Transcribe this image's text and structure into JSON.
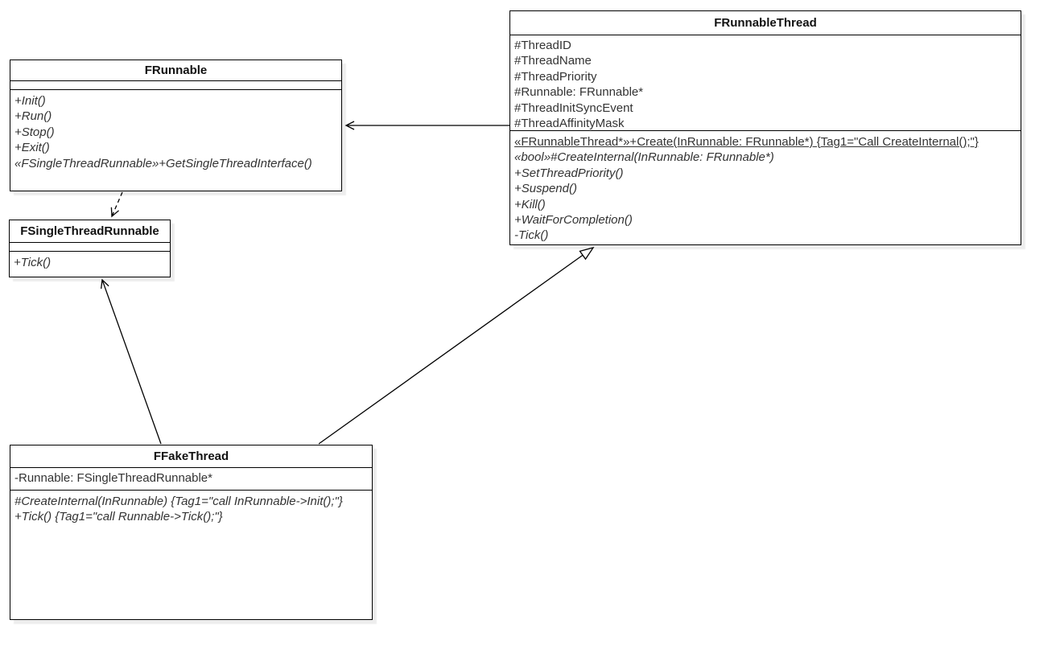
{
  "diagram": {
    "type": "uml-class-diagram",
    "colors": {
      "canvas": "#ffffff",
      "box_fill": "#ffffff",
      "box_stroke": "#000000",
      "title_text": "#111111",
      "body_text": "#333333"
    },
    "classes": {
      "frunnable": {
        "name": "FRunnable",
        "attributes": [],
        "methods": [
          {
            "text": "+Init()",
            "abstract": true
          },
          {
            "text": "+Run()",
            "abstract": true
          },
          {
            "text": "+Stop()",
            "abstract": true
          },
          {
            "text": "+Exit()",
            "abstract": true
          },
          {
            "text": "«FSingleThreadRunnable»+GetSingleThreadInterface()",
            "abstract": true
          }
        ]
      },
      "frunnablethread": {
        "name": "FRunnableThread",
        "attributes": [
          "#ThreadID",
          "#ThreadName",
          "#ThreadPriority",
          "#Runnable: FRunnable*",
          "#ThreadInitSyncEvent",
          "#ThreadAffinityMask"
        ],
        "methods": [
          {
            "text": "«FRunnableThread*»+Create(InRunnable: FRunnable*) {Tag1=\"Call CreateInternal();\"}",
            "static": true
          },
          {
            "text": "«bool»#CreateInternal(InRunnable: FRunnable*)",
            "abstract": true
          },
          {
            "text": "+SetThreadPriority()",
            "abstract": true
          },
          {
            "text": "+Suspend()",
            "abstract": true
          },
          {
            "text": "+Kill()",
            "abstract": true
          },
          {
            "text": "+WaitForCompletion()",
            "abstract": true
          },
          {
            "text": "-Tick()",
            "abstract": true
          }
        ]
      },
      "fsinglethreadrunnable": {
        "name": "FSingleThreadRunnable",
        "attributes": [],
        "methods": [
          {
            "text": "+Tick()",
            "abstract": true
          }
        ]
      },
      "ffakethread": {
        "name": "FFakeThread",
        "attributes": [
          "-Runnable: FSingleThreadRunnable*"
        ],
        "methods": [
          {
            "text": "#CreateInternal(InRunnable) {Tag1=\"call InRunnable->Init();\"}",
            "abstract": true
          },
          {
            "text": "+Tick() {Tag1=\"call Runnable->Tick();\"}",
            "abstract": true
          }
        ]
      }
    },
    "relationships": [
      {
        "from": "FRunnableThread",
        "to": "FRunnable",
        "type": "directed-association",
        "line_style": "solid",
        "arrowhead": "open"
      },
      {
        "from": "FRunnable",
        "to": "FSingleThreadRunnable",
        "type": "dependency",
        "line_style": "dashed",
        "arrowhead": "open"
      },
      {
        "from": "FFakeThread",
        "to": "FSingleThreadRunnable",
        "type": "directed-association",
        "line_style": "solid",
        "arrowhead": "open"
      },
      {
        "from": "FFakeThread",
        "to": "FRunnableThread",
        "type": "generalization",
        "line_style": "solid",
        "arrowhead": "hollow-triangle"
      }
    ]
  }
}
